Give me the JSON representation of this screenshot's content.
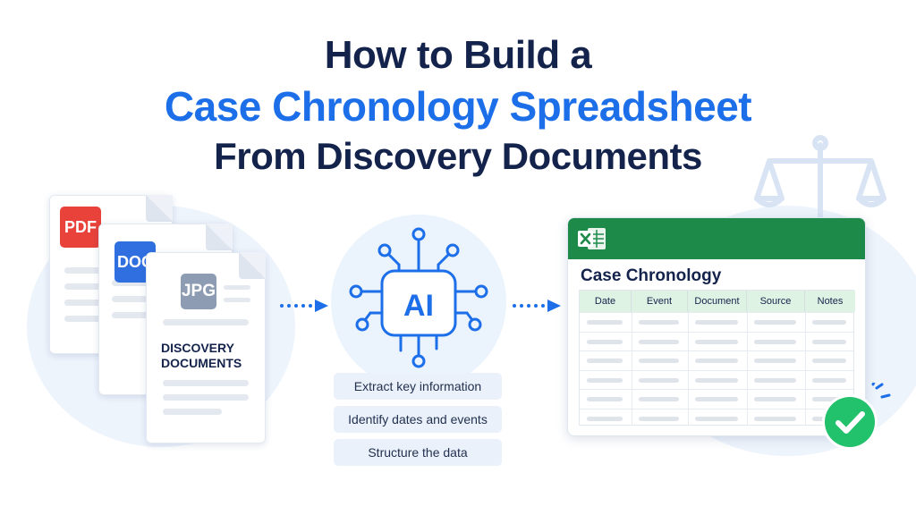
{
  "title": {
    "line1": "How to Build a",
    "line2": "Case Chronology Spreadsheet",
    "line3": "From Discovery Documents"
  },
  "documents": {
    "pdf_label": "PDF",
    "doc_label": "DOC",
    "jpg_label": "JPG",
    "discovery_line1": "DISCOVERY",
    "discovery_line2": "DOCUMENTS"
  },
  "ai": {
    "label": "AI",
    "steps": [
      "Extract key information",
      "Identify dates and events",
      "Structure the data"
    ]
  },
  "spreadsheet": {
    "app_icon": "excel-icon",
    "title": "Case Chronology",
    "columns": [
      "Date",
      "Event",
      "Document",
      "Source",
      "Notes"
    ]
  },
  "icons": {
    "scale": "scale-of-justice-icon",
    "check": "check-circle-icon"
  },
  "colors": {
    "navy": "#14234b",
    "blue": "#1c6fe8",
    "pdf_red": "#e8423b",
    "doc_blue": "#2f6fe0",
    "excel_green": "#1e8a4a",
    "check_green": "#22c16b"
  }
}
